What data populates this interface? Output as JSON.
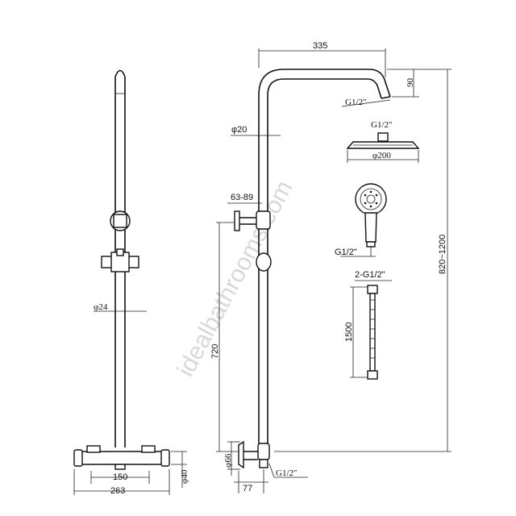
{
  "watermark": "idealbathrooms.com",
  "left_view": {
    "pipe_diameter": "φ24",
    "width_inner": "150",
    "width_outer": "263",
    "valve_height": "φ40"
  },
  "right_view": {
    "arm_length": "335",
    "arm_drop": "90",
    "arm_thread": "G1/2″",
    "pipe_diameter": "φ20",
    "bracket_range": "63-89",
    "valve_to_bracket": "720",
    "overall_height": "820~1200",
    "inlet_diameter": "φ66",
    "inlet_offset": "77",
    "inlet_thread": "G1/2″"
  },
  "overhead": {
    "thread": "G1/2″",
    "diameter": "φ200"
  },
  "handset": {
    "thread": "G1/2\""
  },
  "hose": {
    "threads": "2-G1/2\"",
    "length": "1500"
  }
}
